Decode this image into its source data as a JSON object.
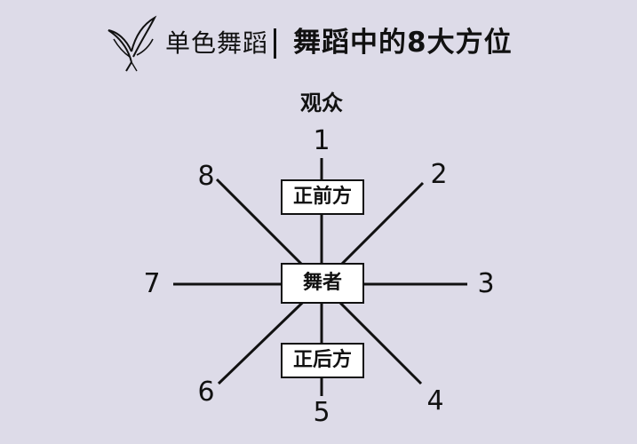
{
  "header": {
    "brand_name": "单色舞蹈",
    "title": "舞蹈中的8大方位"
  },
  "audience_label": "观众",
  "directions": {
    "d1": "1",
    "d2": "2",
    "d3": "3",
    "d4": "4",
    "d5": "5",
    "d6": "6",
    "d7": "7",
    "d8": "8"
  },
  "boxes": {
    "front": "正前方",
    "dancer": "舞者",
    "back": "正后方"
  },
  "colors": {
    "background": "#dddbe8",
    "line": "#111111",
    "box_fill": "#ffffff"
  },
  "icons": {
    "logo": "butterfly-icon"
  }
}
